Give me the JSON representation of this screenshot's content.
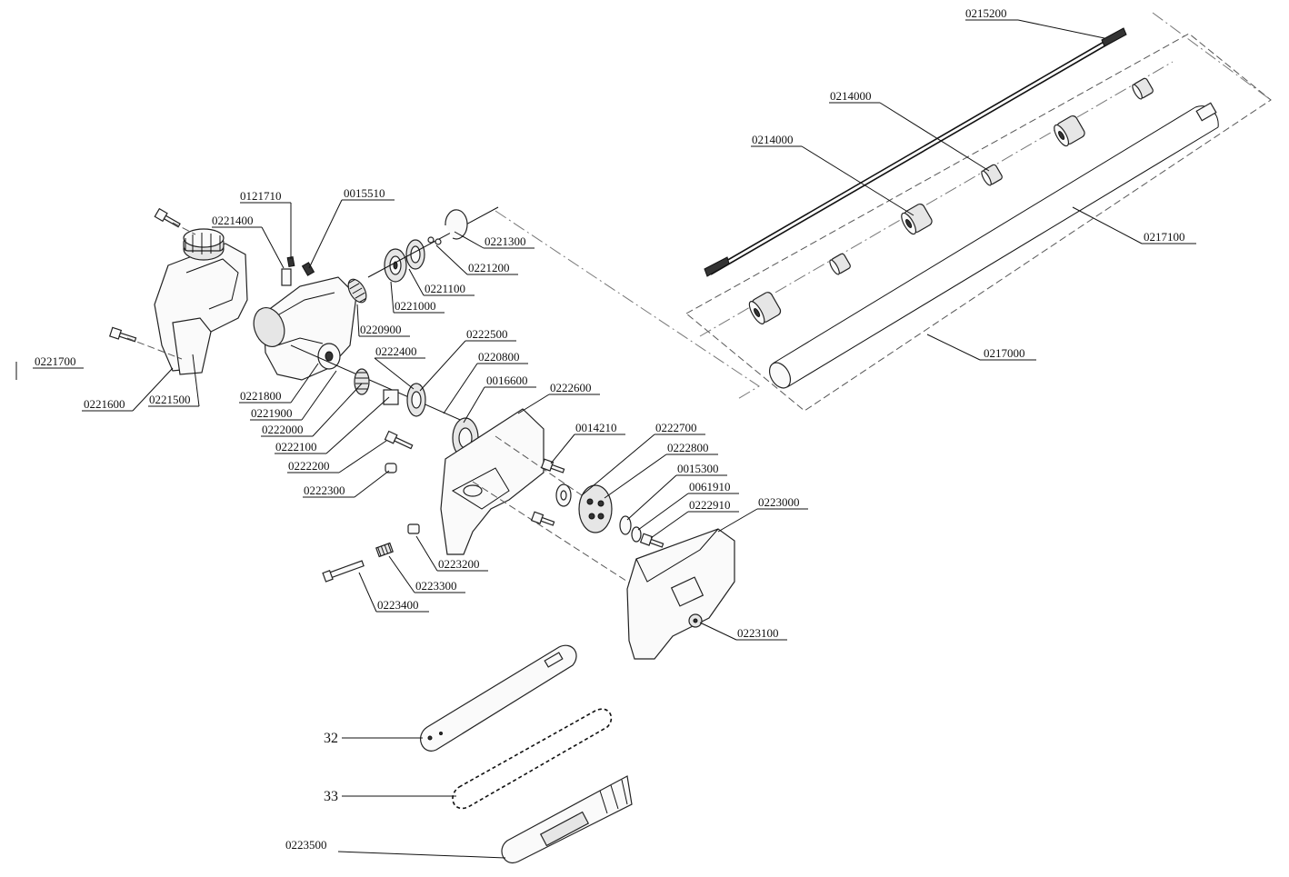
{
  "labels": {
    "p0215200": "0215200",
    "p0214000a": "0214000",
    "p0214000b": "0214000",
    "p0217100": "0217100",
    "p0217000": "0217000",
    "p0121710": "0121710",
    "p0015510": "0015510",
    "p0221400": "0221400",
    "p0221300": "0221300",
    "p0221200": "0221200",
    "p0221100": "0221100",
    "p0221000": "0221000",
    "p0220900": "0220900",
    "p0221700": "0221700",
    "p0221600": "0221600",
    "p0221500": "0221500",
    "p0221800": "0221800",
    "p0221900": "0221900",
    "p0222000": "0222000",
    "p0222100": "0222100",
    "p0222200": "0222200",
    "p0222300": "0222300",
    "p0222400": "0222400",
    "p0222500": "0222500",
    "p0220800": "0220800",
    "p0016600": "0016600",
    "p0222600": "0222600",
    "p0014210": "0014210",
    "p0222700": "0222700",
    "p0222800": "0222800",
    "p0015300": "0015300",
    "p0061910": "0061910",
    "p0222910": "0222910",
    "p0223000": "0223000",
    "p0223200": "0223200",
    "p0223300": "0223300",
    "p0223400": "0223400",
    "p0223100": "0223100",
    "p32": "32",
    "p33": "33",
    "p0223500": "0223500"
  }
}
